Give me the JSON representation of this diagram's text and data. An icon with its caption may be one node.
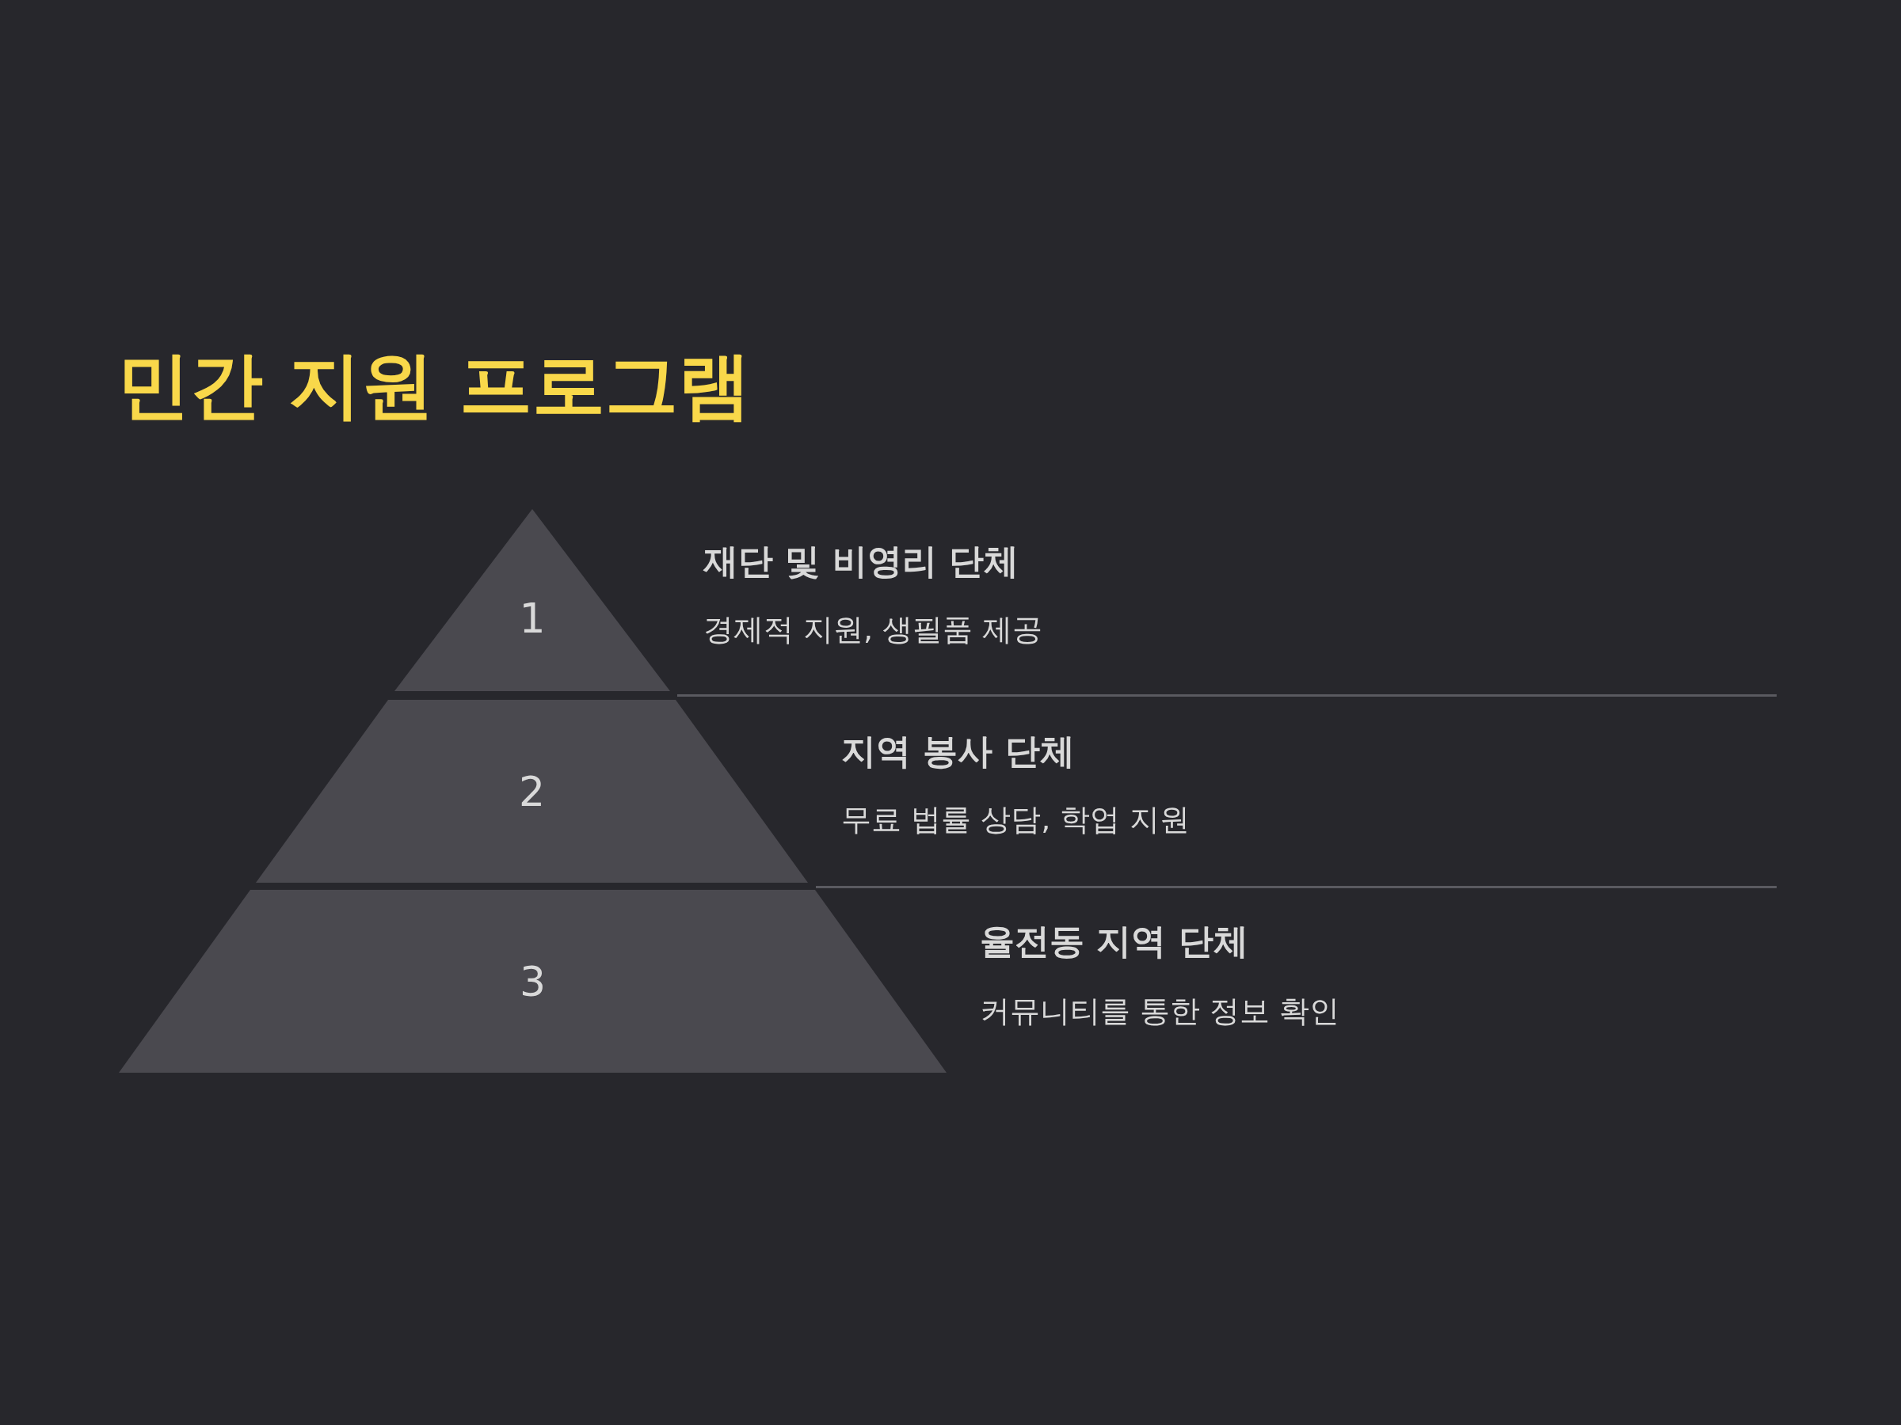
{
  "diagram": {
    "title": "민간 지원 프로그램",
    "nodes": [
      {
        "text": [
          "1"
        ],
        "beside": [
          "재단 및 비영리 단체",
          "경제적 지원, 생필품 제공"
        ]
      },
      {
        "text": [
          "2"
        ],
        "beside": [
          "지역 봉사 단체",
          "무료 법률 상담, 학업 지원"
        ]
      },
      {
        "text": [
          "3"
        ],
        "beside": [
          "율전동 지역 단체",
          "커뮤니티를 통한 정보 확인"
        ]
      }
    ]
  }
}
